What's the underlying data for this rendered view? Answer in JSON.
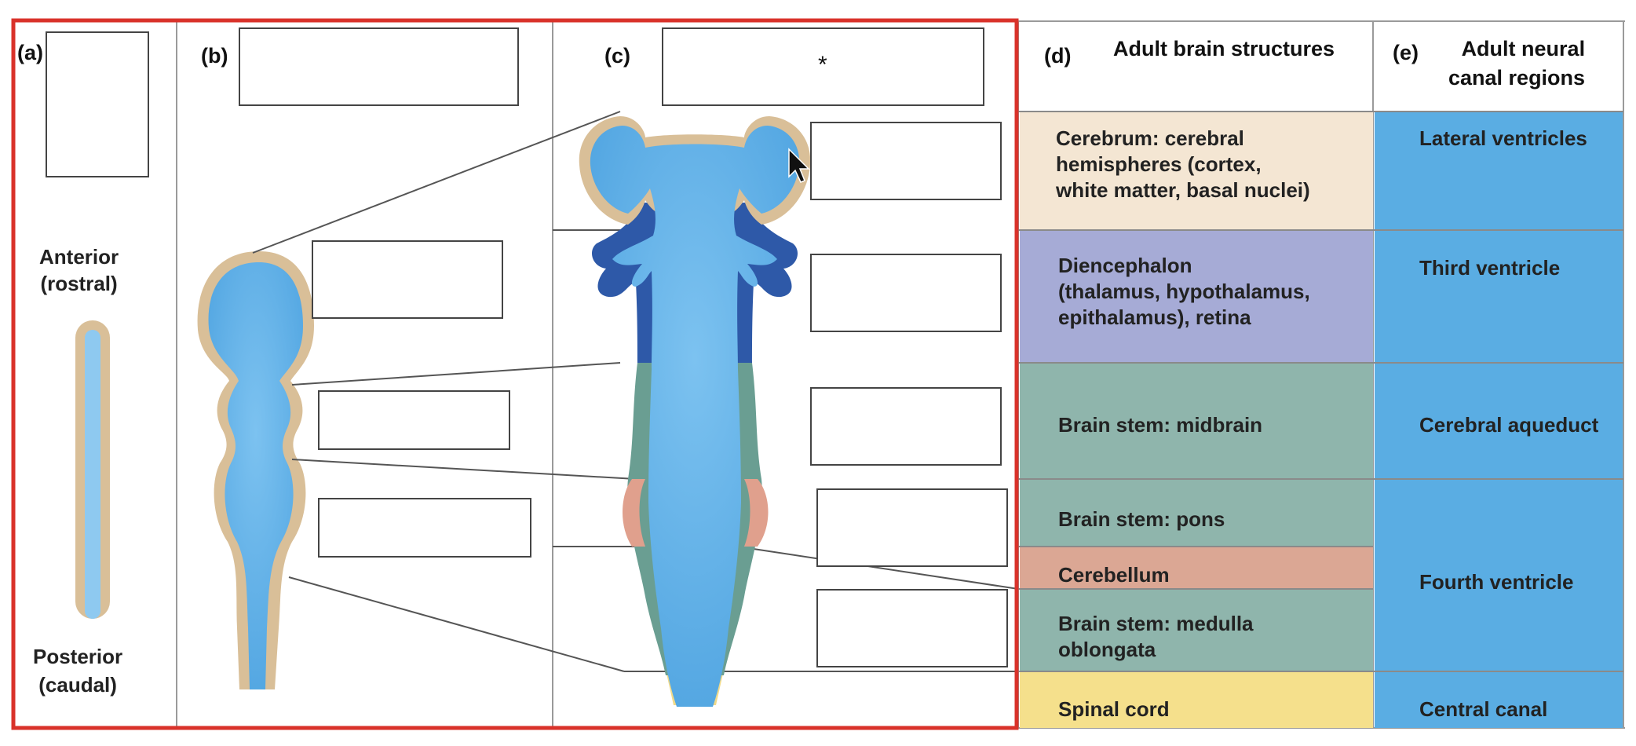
{
  "panels": {
    "a": {
      "letter": "(a)",
      "anterior": "Anterior\n(rostral)",
      "posterior": "Posterior\n(caudal)"
    },
    "b": {
      "letter": "(b)"
    },
    "c": {
      "letter": "(c)",
      "title_mark": "*"
    },
    "d": {
      "letter": "(d)",
      "header": "Adult brain structures"
    },
    "e": {
      "letter": "(e)",
      "header": "Adult neural\ncanal regions"
    }
  },
  "structures": [
    {
      "text": "Cerebrum: cerebral\nhemispheres (cortex,\nwhite matter, basal nuclei)",
      "color": "#f4e6d3"
    },
    {
      "text": "Diencephalon\n(thalamus, hypothalamus,\nepithalamus), retina",
      "color": "#a6abd6"
    },
    {
      "text": "Brain stem: midbrain",
      "color": "#8fb5ac"
    },
    {
      "text": "Brain stem: pons",
      "color": "#8fb5ac"
    },
    {
      "text": "Cerebellum",
      "color": "#dba794"
    },
    {
      "text": "Brain stem: medulla\noblongata",
      "color": "#8fb5ac"
    },
    {
      "text": "Spinal cord",
      "color": "#f5e08c"
    }
  ],
  "canal_regions": [
    {
      "text": "Lateral ventricles"
    },
    {
      "text": "Third ventricle"
    },
    {
      "text": "Cerebral aqueduct"
    },
    {
      "text": "Fourth ventricle"
    },
    {
      "text": "Central canal"
    }
  ],
  "colors": {
    "canal_blue": "#5aade3",
    "tube_tan": "#d9bf98",
    "diencephalon_blue": "#2e59a8",
    "brainstem_green": "#6a9e92",
    "pons_pink": "#e0a08d",
    "spinal_yellow": "#f0da8a",
    "highlight_red": "#d9322a",
    "column_bg_e": "#5aade3"
  }
}
